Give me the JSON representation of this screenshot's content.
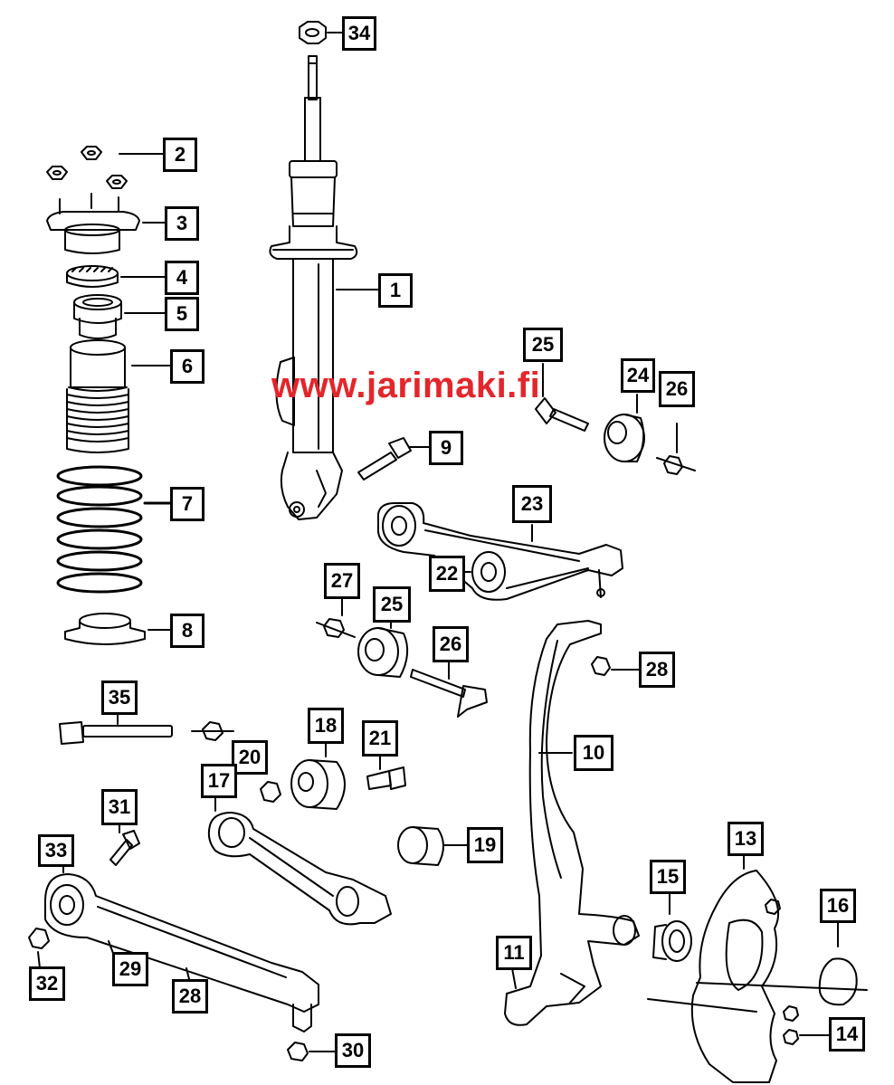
{
  "watermark": "www.jarimaki.fi",
  "parts": [
    {
      "id": "p1",
      "label": "1"
    },
    {
      "id": "p2",
      "label": "2"
    },
    {
      "id": "p3",
      "label": "3"
    },
    {
      "id": "p4",
      "label": "4"
    },
    {
      "id": "p5",
      "label": "5"
    },
    {
      "id": "p6",
      "label": "6"
    },
    {
      "id": "p7",
      "label": "7"
    },
    {
      "id": "p8",
      "label": "8"
    },
    {
      "id": "p9",
      "label": "9"
    },
    {
      "id": "p10",
      "label": "10"
    },
    {
      "id": "p11",
      "label": "11"
    },
    {
      "id": "p13",
      "label": "13"
    },
    {
      "id": "p14",
      "label": "14"
    },
    {
      "id": "p15",
      "label": "15"
    },
    {
      "id": "p16",
      "label": "16"
    },
    {
      "id": "p17",
      "label": "17"
    },
    {
      "id": "p18",
      "label": "18"
    },
    {
      "id": "p19",
      "label": "19"
    },
    {
      "id": "p20",
      "label": "20"
    },
    {
      "id": "p21",
      "label": "21"
    },
    {
      "id": "p22",
      "label": "22"
    },
    {
      "id": "p23",
      "label": "23"
    },
    {
      "id": "p24a",
      "label": "24"
    },
    {
      "id": "p24b",
      "label": "24"
    },
    {
      "id": "p25a",
      "label": "25"
    },
    {
      "id": "p25b",
      "label": "25"
    },
    {
      "id": "p26a",
      "label": "26"
    },
    {
      "id": "p26b",
      "label": "26"
    },
    {
      "id": "p27",
      "label": "27"
    },
    {
      "id": "p28",
      "label": "28"
    },
    {
      "id": "p29",
      "label": "29"
    },
    {
      "id": "p30",
      "label": "30"
    },
    {
      "id": "p31",
      "label": "31"
    },
    {
      "id": "p32",
      "label": "32"
    },
    {
      "id": "p33",
      "label": "33"
    },
    {
      "id": "p34",
      "label": "34"
    },
    {
      "id": "p35",
      "label": "35"
    }
  ]
}
